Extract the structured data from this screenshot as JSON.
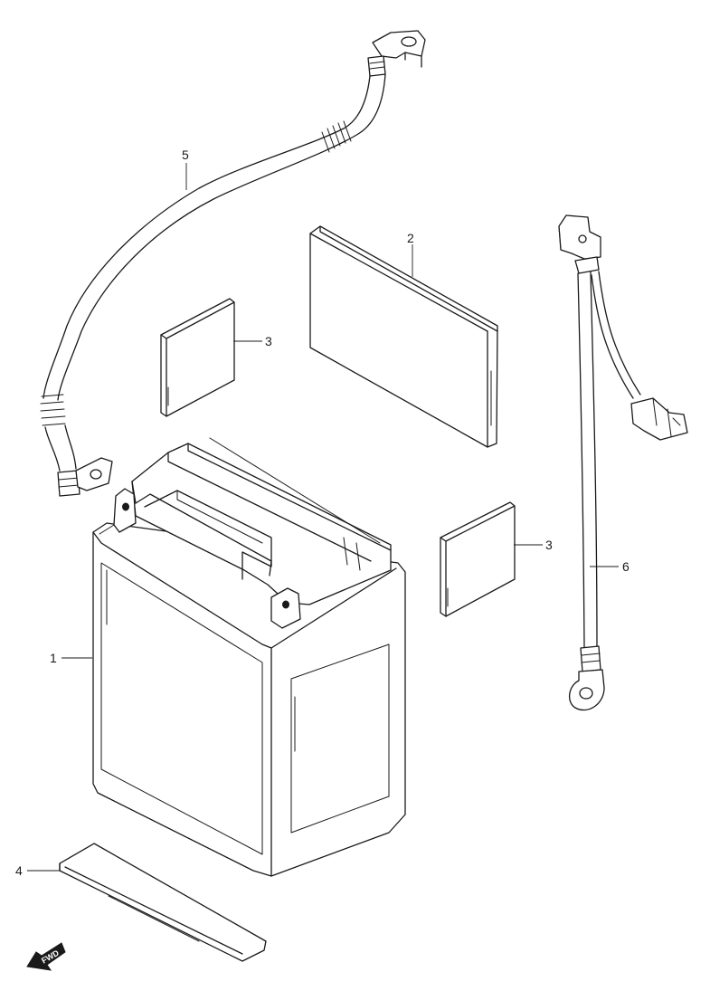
{
  "callouts": [
    {
      "id": "battery",
      "label": "1"
    },
    {
      "id": "cover-large",
      "label": "2"
    },
    {
      "id": "pad-upper",
      "label": "3"
    },
    {
      "id": "pad-lower",
      "label": "3"
    },
    {
      "id": "sheet",
      "label": "4"
    },
    {
      "id": "cable-main",
      "label": "5"
    },
    {
      "id": "cable-branch",
      "label": "6"
    }
  ],
  "fwd_label": "FWD"
}
